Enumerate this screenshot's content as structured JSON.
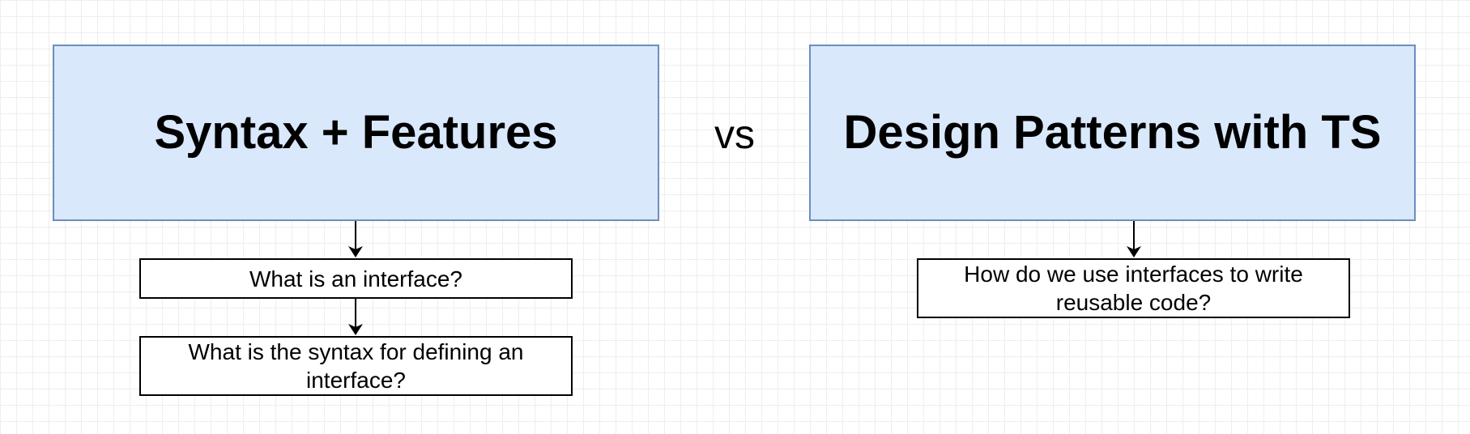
{
  "diagram": {
    "left_box": {
      "label": "Syntax + Features"
    },
    "separator": {
      "label": "vs"
    },
    "right_box": {
      "label": "Design Patterns with TS"
    },
    "left_questions": [
      {
        "label": "What is an interface?"
      },
      {
        "label": "What is the syntax for defining an interface?"
      }
    ],
    "right_questions": [
      {
        "label": "How do we use interfaces to write reusable code?"
      }
    ],
    "colors": {
      "box_fill": "#dae8fc",
      "box_stroke": "#6c8ebf",
      "grid_line": "#eeeeee",
      "arrow": "#000000"
    }
  }
}
